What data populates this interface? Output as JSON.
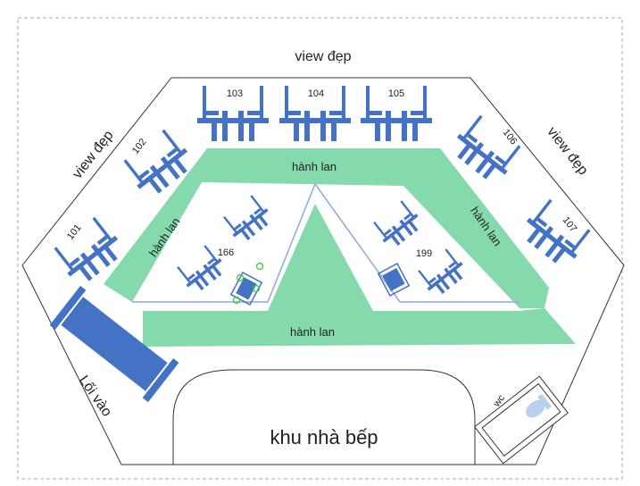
{
  "labels": {
    "view_top": "view đẹp",
    "view_left": "view đẹp",
    "view_right": "view đẹp",
    "corridor_top": "hành lan",
    "corridor_left": "hành lan",
    "corridor_right": "hành lan",
    "corridor_bottom": "hành lan",
    "entrance": "Lối vào",
    "kitchen": "khu nhà bếp",
    "wc": "wc"
  },
  "tables": {
    "t101": "101",
    "t102": "102",
    "t103": "103",
    "t104": "104",
    "t105": "105",
    "t106": "106",
    "t107": "107",
    "t166": "166",
    "t199": "199"
  },
  "colors": {
    "furniture": "#4472c4",
    "corridor": "#84d9ad",
    "outline": "#333333",
    "inner_line": "#8fa9d8",
    "marker": "#33cc33",
    "frame": "#aaaaaa"
  }
}
